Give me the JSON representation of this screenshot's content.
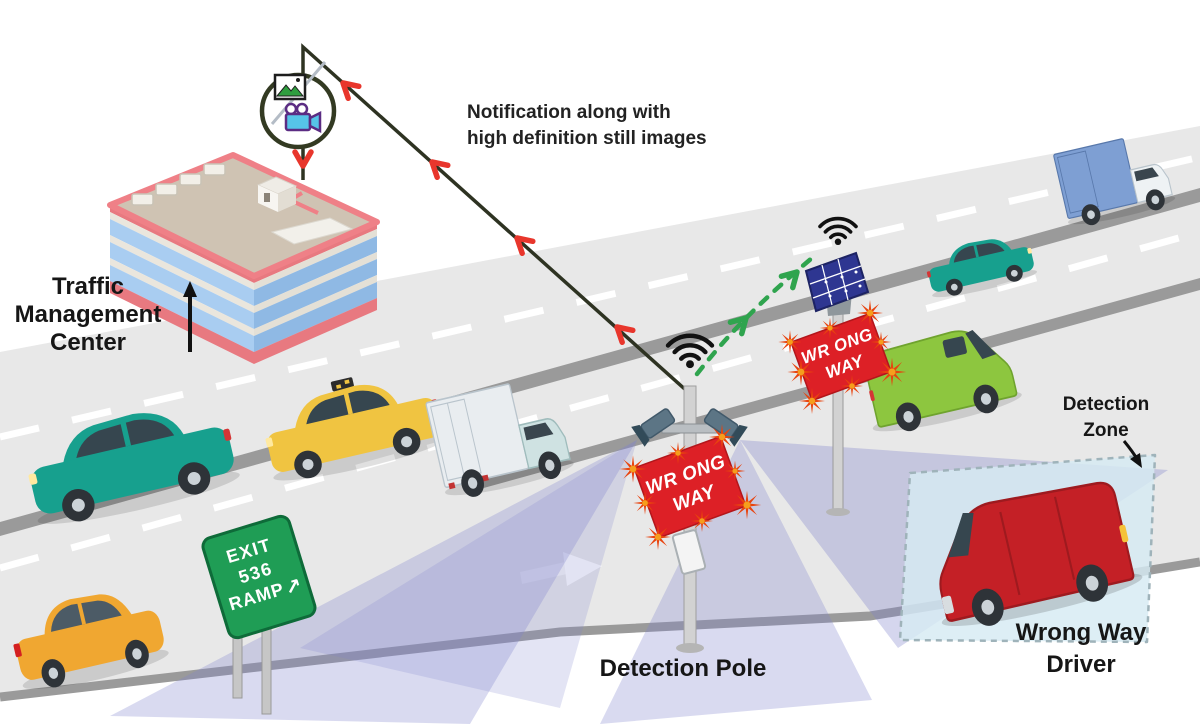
{
  "scene": {
    "description": "Wrong-way driver detection system diagram",
    "background": "#ffffff"
  },
  "labels": {
    "tmc": {
      "lines": [
        "Traffic",
        "Management",
        "Center"
      ]
    },
    "notification": {
      "lines": [
        "Notification along with",
        "high definition still images"
      ]
    },
    "detection_zone": {
      "lines": [
        "Detection",
        "Zone"
      ]
    },
    "wrong_way_driver": {
      "lines": [
        "Wrong Way",
        "Driver"
      ]
    },
    "detection_pole": {
      "text": "Detection Pole"
    }
  },
  "signs": {
    "exit_ramp": {
      "lines": [
        "EXIT",
        "536",
        "RAMP"
      ],
      "arrow": "↗"
    },
    "wrong_way": {
      "lines": [
        "WR ONG",
        "WAY"
      ]
    }
  },
  "icons": {
    "media_circle": "still-image-and-video-icon",
    "wifi": "wifi-signal-icon",
    "solar_panel": "solar-panel",
    "camera": "detection-camera"
  },
  "colors": {
    "road": "#e8e8e8",
    "road_edge": "#9a9a9a",
    "lane_dash": "#ffffff",
    "sign_red": "#dd2026",
    "burst_red": "#e8430e",
    "burst_core": "#f59e1d",
    "exit_green": "#1f9d55",
    "zone_fill": "#d6eaf3",
    "zone_border": "#9fb3ba",
    "beam": "#8183cc",
    "pole": "#d2d2d2",
    "camera_body": "#5c7585",
    "solar_blue": "#2e3691",
    "link_line": "#2e3322",
    "arrow_red": "#e8362c",
    "data_link_green": "#2fa44e",
    "building_pink": "#ef8087",
    "building_blue": "#a9cdf1",
    "building_blue_dark": "#8fb9e4",
    "building_cream": "#eae6dd",
    "building_roof": "#cfc3b3",
    "text": "#161616"
  },
  "vehicles": [
    {
      "name": "box-truck-blue",
      "color": "#7e9fd3",
      "direction": "right"
    },
    {
      "name": "sedan-teal-east",
      "color": "#17a08e",
      "direction": "right"
    },
    {
      "name": "van-green",
      "color": "#8dc63f",
      "direction": "right"
    },
    {
      "name": "sedan-teal-west",
      "color": "#17a08e",
      "direction": "left"
    },
    {
      "name": "taxi-yellow",
      "color": "#f0c441",
      "direction": "left"
    },
    {
      "name": "box-truck-white",
      "color": "#e9edf0",
      "direction": "right"
    },
    {
      "name": "sedan-yellow",
      "color": "#f0a731",
      "direction": "right"
    },
    {
      "name": "van-red-wrong-way",
      "color": "#c42026",
      "direction": "wrong-way-left"
    }
  ]
}
